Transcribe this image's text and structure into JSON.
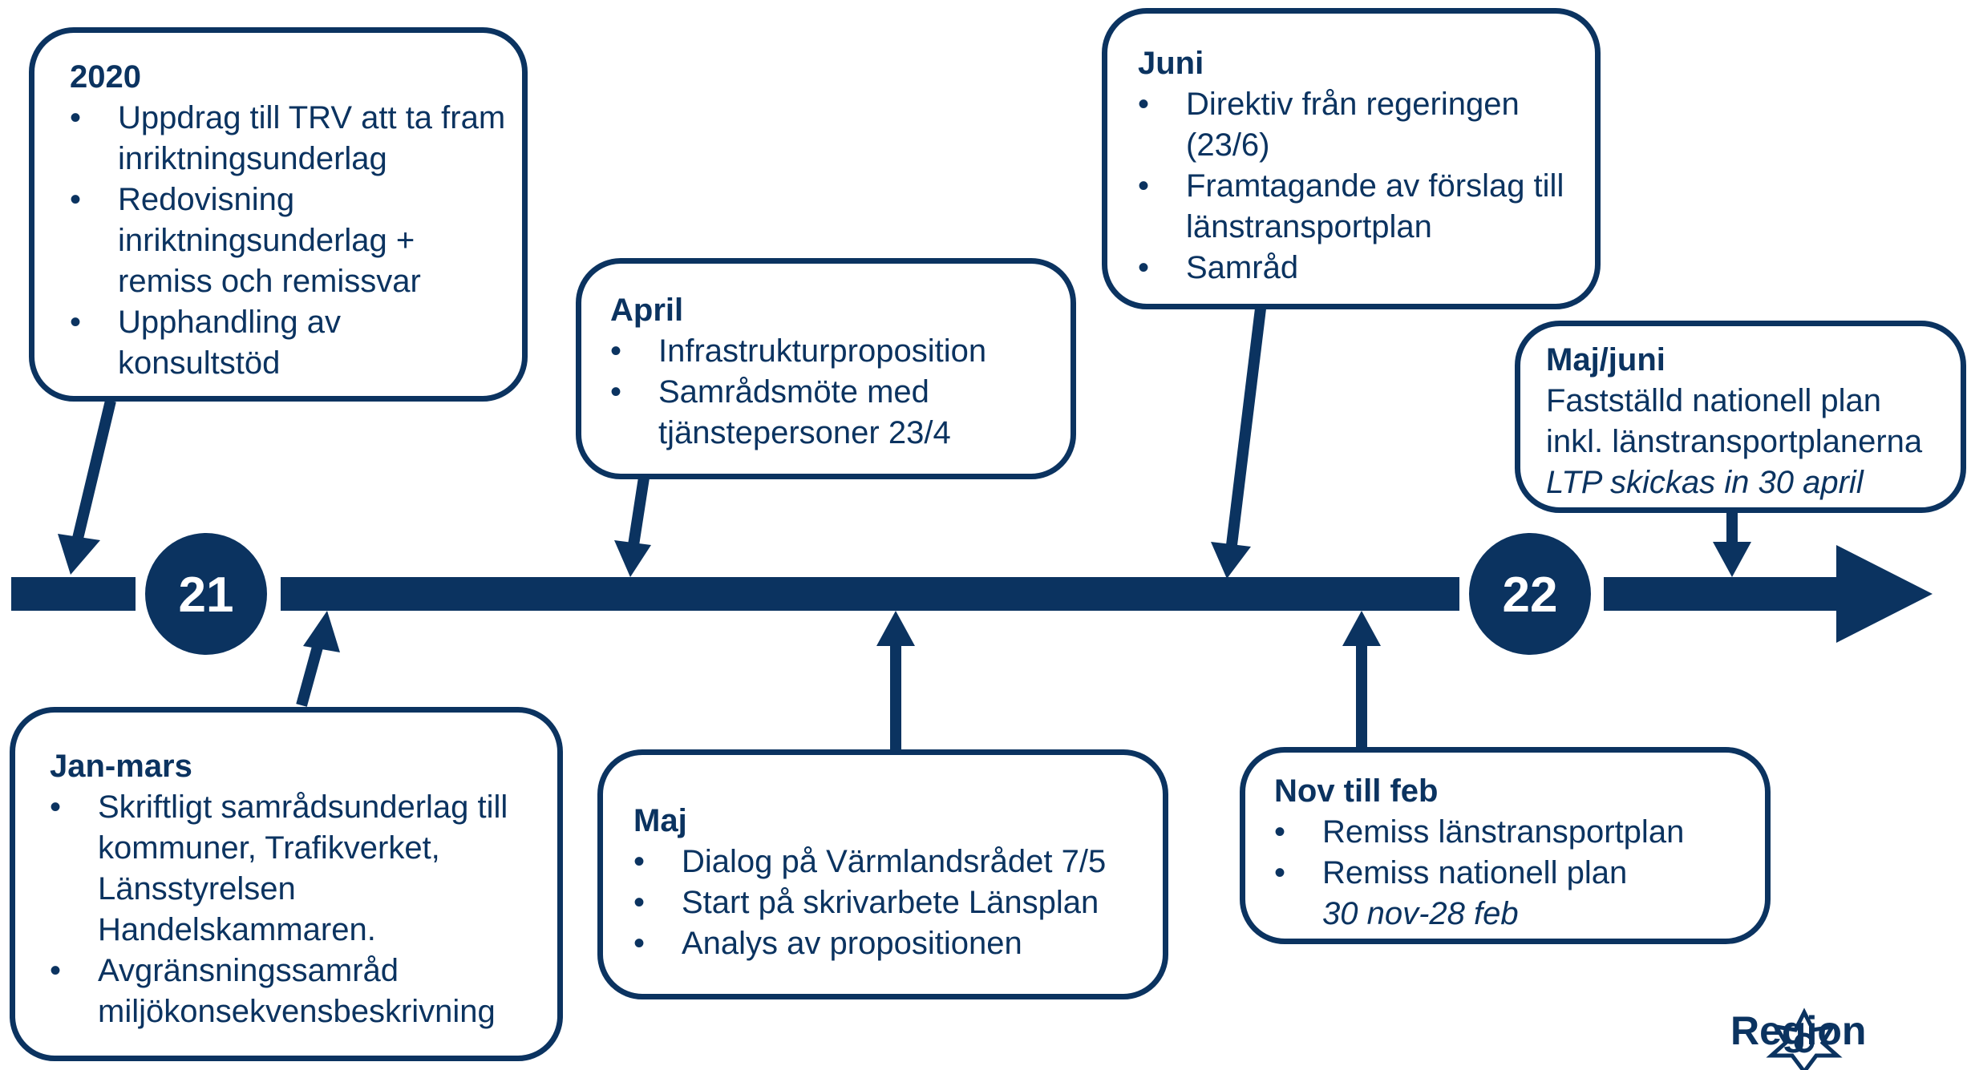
{
  "timeline": {
    "year_start": "21",
    "year_end": "22"
  },
  "boxes": {
    "b2020": {
      "heading": "2020",
      "items": [
        "Uppdrag till TRV att ta fram inriktningsunderlag",
        "Redovisning inriktningsunderlag + remiss och remissvar",
        "Upphandling av konsultstöd"
      ]
    },
    "april": {
      "heading": "April",
      "items": [
        "Infrastrukturproposition",
        "Samrådsmöte med tjänstepersoner 23/4"
      ]
    },
    "juni": {
      "heading": "Juni",
      "items": [
        "Direktiv från regeringen (23/6)",
        "Framtagande av förslag till länstransportplan",
        "Samråd"
      ]
    },
    "majjuni": {
      "heading": "Maj/juni",
      "line1": "Fastställd nationell plan",
      "line2": "inkl. länstransportplanerna",
      "line3_italic": "LTP skickas in 30 april"
    },
    "janmars": {
      "heading": "Jan-mars",
      "items": [
        "Skriftligt samrådsunderlag till kommuner, Trafikverket, Länsstyrelsen",
        "Handelskammaren.",
        "Avgränsningssamråd miljökonsekvensbeskrivning"
      ]
    },
    "maj": {
      "heading": "Maj",
      "items": [
        "Dialog på Värmlandsrådet 7/5",
        "Start på skrivarbete Länsplan",
        "Analys av propositionen"
      ]
    },
    "novfeb": {
      "heading": "Nov till feb",
      "items": [
        "Remiss länstransportplan",
        "Remiss nationell plan"
      ],
      "sub_italic": "30 nov-28 feb"
    }
  },
  "logo": {
    "text": "Region",
    "icon": "flower-logo-icon"
  },
  "colors": {
    "primary": "#0b3360",
    "background": "#ffffff"
  }
}
